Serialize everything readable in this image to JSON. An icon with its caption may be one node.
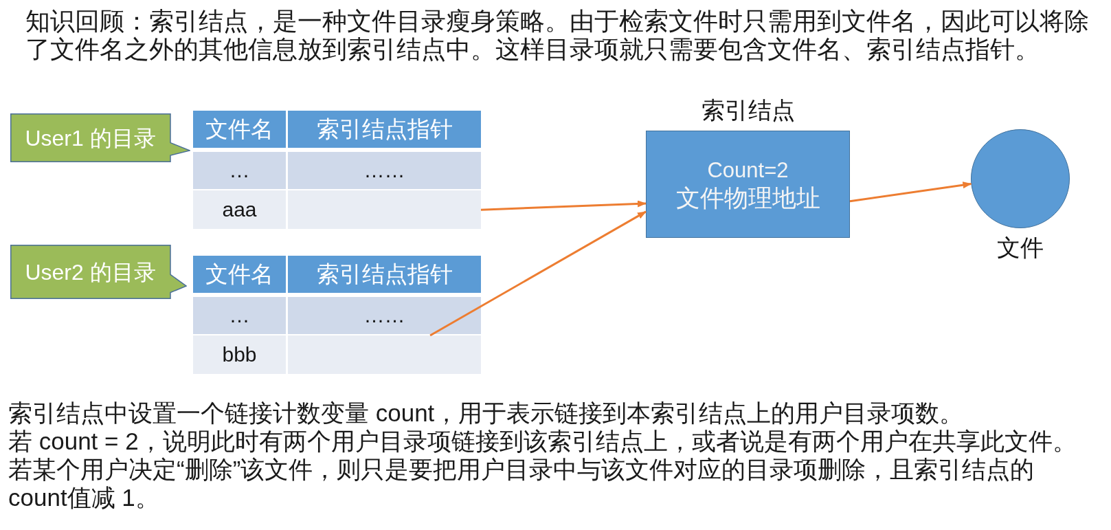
{
  "diagram": {
    "nodes": [
      {
        "text": [
          "User1 的目录"
        ]
      },
      {
        "text": [
          "文件名",
          "索引结点指针",
          "…",
          "……",
          "aaa"
        ]
      },
      {
        "text": [],
        "shape": "box",
        "in": 1
      },
      {
        "text": [
          "User2 的目录"
        ]
      },
      {
        "text": [
          "文件名",
          "索引结点指针",
          "…",
          "……",
          "bbb"
        ]
      },
      {
        "text": [],
        "shape": "box",
        "in": 4
      },
      {
        "text": [
          "索引结点",
          "Count=2",
          "文件物理地址"
        ]
      },
      {
        "text": [],
        "shape": "circle",
        "beside": [
          "文件"
        ]
      }
    ],
    "edges": [
      {
        "from": 2,
        "to": 6,
        "arrow": "to"
      },
      {
        "from": 5,
        "to": 6,
        "arrow": "to"
      },
      {
        "from": 6,
        "to": 7,
        "arrow": "to"
      }
    ],
    "labels": [
      "知识回顾：索引结点，是一种文件目录瘦身策略。由于检索文件时只需用到文件名，因此可以将除了文件名之外的其他信息放到索引结点中。这样目录项就只需要包含文件名、索引结点指针。",
      "索引结点中设置一个链接计数变量 count，用于表示链接到本索引结点上的用户目录项数。",
      "若 count = 2，说明此时有两个用户目录项链接到该索引结点上，或者说是有两个用户在共享此文件。",
      "若某个用户决定“删除”该文件，则只是要把用户目录中与该文件对应的目录项删除，且索引结点的count值减 1。"
    ]
  }
}
